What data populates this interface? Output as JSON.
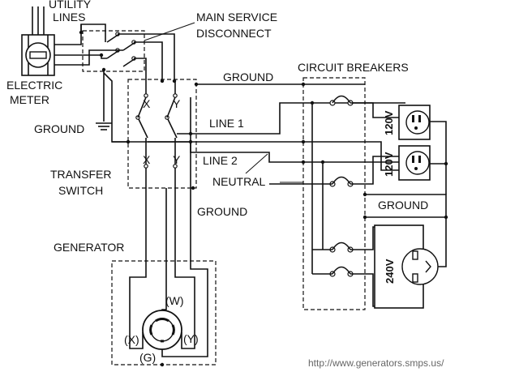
{
  "labels": {
    "utility_lines": [
      "UTILITY",
      "LINES"
    ],
    "main_service_disconnect": [
      "MAIN SERVICE",
      "DISCONNECT"
    ],
    "electric_meter": [
      "ELECTRIC",
      "METER"
    ],
    "ground_left": "GROUND",
    "ground_top": "GROUND",
    "ground_right": "GROUND",
    "ground_bottom": "GROUND",
    "transfer_switch": [
      "TRANSFER",
      "SWITCH"
    ],
    "line1": "LINE 1",
    "line2": "LINE 2",
    "neutral": "NEUTRAL",
    "circuit_breakers": "CIRCUIT BREAKERS",
    "generator": "GENERATOR",
    "x_top": "X",
    "y_top": "Y",
    "x_bottom": "X",
    "y_bottom": "Y",
    "outlet_120_a": "120V",
    "outlet_120_b": "120V",
    "outlet_240": "240V",
    "gen_w": "(W)",
    "gen_x": "(X)",
    "gen_y": "(Y)",
    "gen_g": "(G)"
  },
  "footer": {
    "url": "http://www.generators.smps.us/"
  }
}
